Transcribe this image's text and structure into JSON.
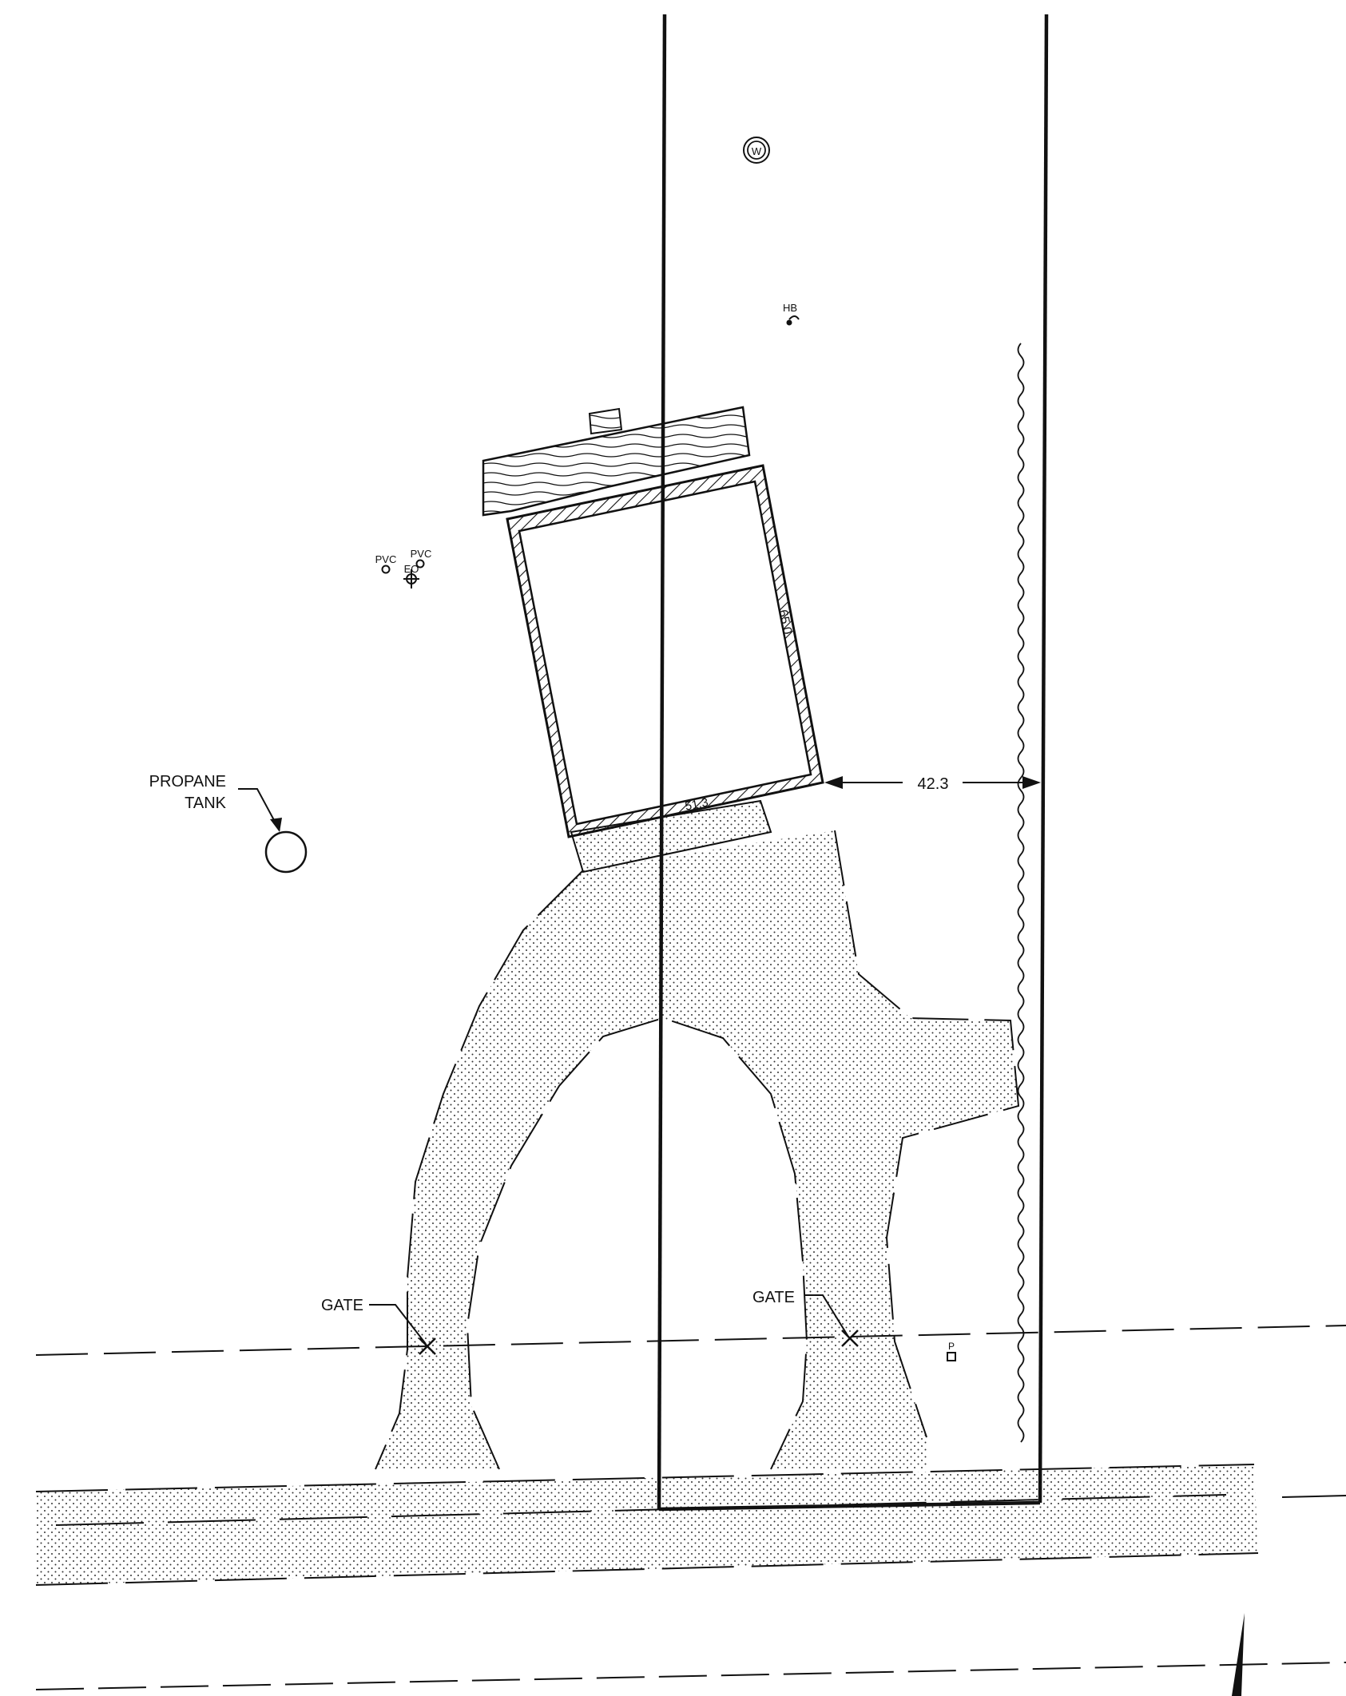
{
  "labels": {
    "propane_line1": "PROPANE",
    "propane_line2": "TANK",
    "gate_left": "GATE",
    "gate_right": "GATE",
    "dim_setback": "42.3",
    "dim_side_65": "65.0",
    "dim_front_51": "51.3",
    "well": "W",
    "hose_bib": "HB",
    "pvc_left": "PVC",
    "pvc_right": "PVC",
    "eo": "EO",
    "pole": "P"
  },
  "colors": {
    "ink": "#111111",
    "paper": "#ffffff"
  }
}
